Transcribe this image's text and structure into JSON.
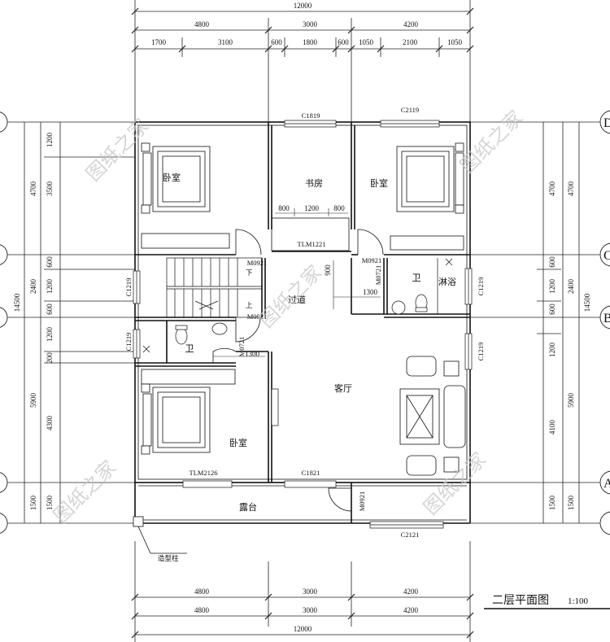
{
  "title": {
    "main": "二层平面图",
    "scale": "1:100"
  },
  "watermark": "图纸之家",
  "dims": {
    "top_total": "12000",
    "top_row1": [
      "4800",
      "3000",
      "4200"
    ],
    "top_row2": [
      "1700",
      "3100",
      "600",
      "1800",
      "600",
      "1050",
      "2100",
      "1050"
    ],
    "bottom_row1": [
      "4800",
      "3000",
      "4200"
    ],
    "bottom_row2": [
      "4800",
      "3000",
      "4200"
    ],
    "bottom_total": "12000",
    "left_outer": [
      "4700",
      "2400",
      "5900",
      "1500"
    ],
    "left_total": "14500",
    "left_inner": [
      "1200",
      "3500",
      "600",
      "1200",
      "600",
      "1200",
      "200",
      "4300",
      "1500"
    ],
    "right_outer": [
      "4700",
      "2400",
      "5900",
      "1500"
    ],
    "right_total": "14500",
    "right_inner": [
      "600",
      "1200",
      "600",
      "1200",
      "4100",
      "1500"
    ]
  },
  "axes": {
    "right": [
      "D",
      "C",
      "B",
      "A"
    ]
  },
  "rooms": {
    "bedroom": "卧室",
    "study": "书房",
    "bath": "卫",
    "shower": "淋浴",
    "corridor": "过道",
    "living": "客厅",
    "terrace": "露台",
    "column": "造型柱",
    "stairs_down": "下",
    "stairs_up": "上"
  },
  "codes": {
    "c1819": "C1819",
    "c2119": "C2119",
    "tlm1221": "TLM1221",
    "m0921": "M0921",
    "m0721": "M0721",
    "c1219": "C1219",
    "tlm2126": "TLM2126",
    "c1821": "C1821",
    "c2121": "C2121"
  },
  "study_dims": [
    "800",
    "1200",
    "800"
  ],
  "corridor_dims": [
    "900",
    "1300",
    "1300"
  ]
}
